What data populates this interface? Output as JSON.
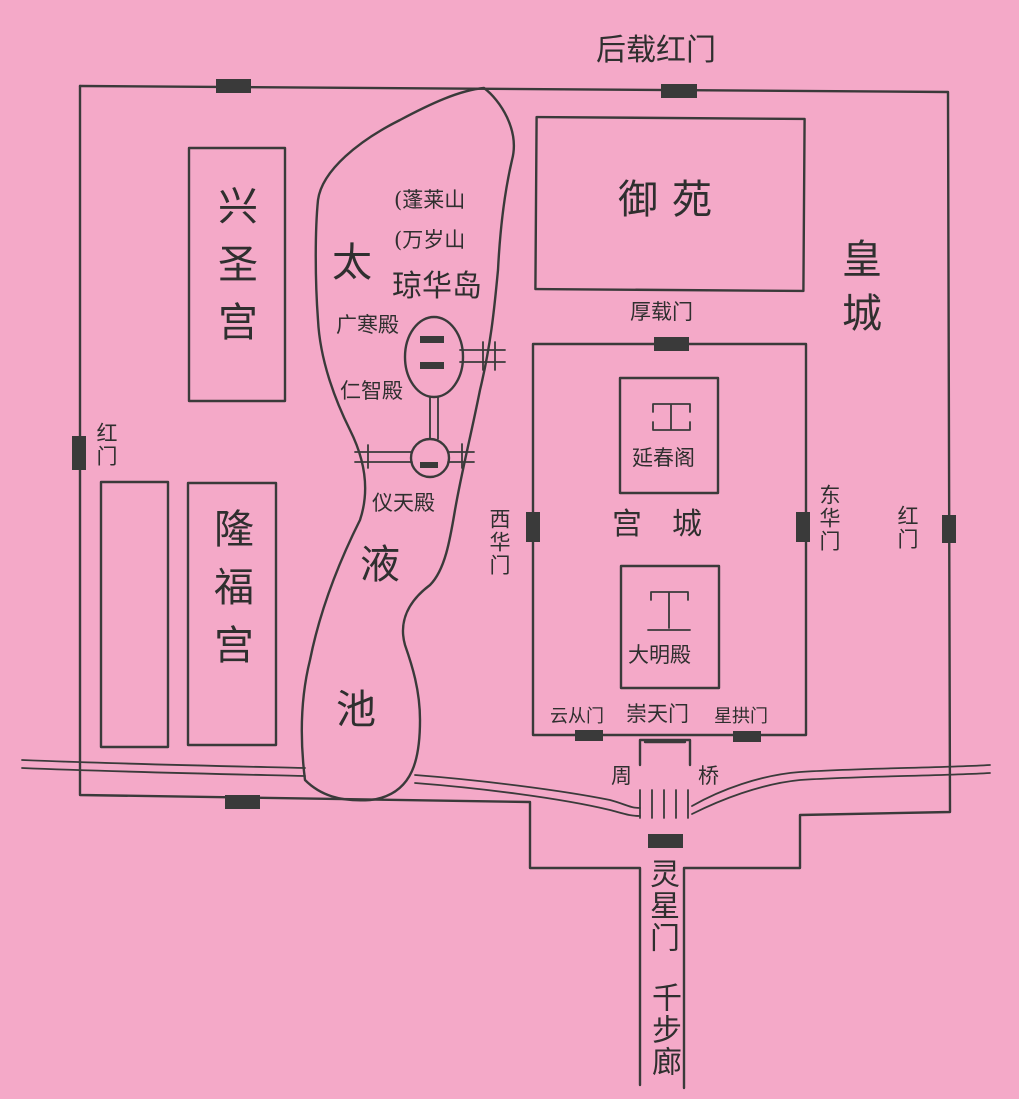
{
  "labels": {
    "hou_zai_hong_men": "后载红门",
    "yu_yuan": "御苑",
    "huang_cheng": "皇城",
    "hou_zai_men": "厚载门",
    "xing_sheng_gong": "兴圣宫",
    "penglai_shan": "(蓬莱山",
    "wansui_shan": "(万岁山",
    "tai": "太",
    "qionghua_dao": "琼华岛",
    "guanghan_dian": "广寒殿",
    "renzhi_dian": "仁智殿",
    "yitian_dian": "仪天殿",
    "ye": "液",
    "chi": "池",
    "hong_men_west": "红门",
    "hong_men_east": "红门",
    "long_fu_gong": "隆福宫",
    "yanchun_ge": "延春阁",
    "gong_cheng": "宫城",
    "xi_hua_men": "西华门",
    "dong_hua_men": "东华门",
    "da_ming_dian": "大明殿",
    "yun_cong_men": "云从门",
    "chong_tian_men": "崇天门",
    "xing_gong_men": "星拱门",
    "zhou_qiao_1": "周",
    "zhou_qiao_2": "桥",
    "ling_xing_men": "灵星门",
    "qian_bu_lang": "千步廊"
  },
  "colors": {
    "background": "#f4a9c8",
    "ink": "#3a3a3a"
  },
  "icons": {
    "gate": "gate-block-icon",
    "hall": "hall-glyph-icon"
  }
}
